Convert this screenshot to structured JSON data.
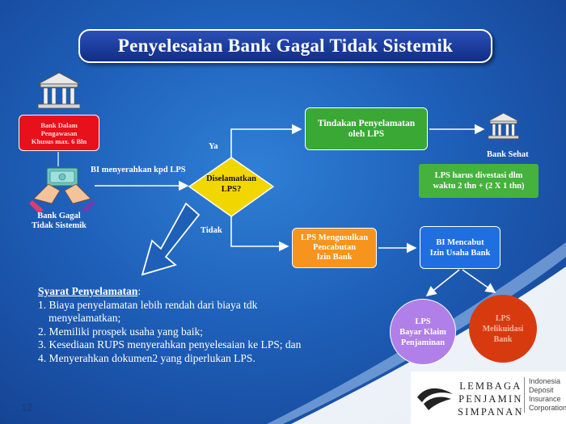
{
  "title": "Penyelesaian Bank Gagal Tidak Sistemik",
  "red_box": {
    "lines": [
      "Bank Dalam",
      "Pengawasan",
      "Khusus max. 6 Bln"
    ]
  },
  "bank_gagal": {
    "lines": [
      "Bank Gagal",
      "Tidak Sistemik"
    ]
  },
  "bi_label": "BI menyerahkan kpd LPS",
  "decision": {
    "lines": [
      "Diselamatkan",
      "LPS?"
    ]
  },
  "ya_label": "Ya",
  "tidak_label": "Tidak",
  "green_box": {
    "lines": [
      "Tindakan Penyelamatan",
      "oleh LPS"
    ]
  },
  "bank_sehat": "Bank Sehat",
  "green_note": {
    "lines": [
      "LPS harus divestasi dlm",
      "waktu 2 thn + (2 X 1 thn)"
    ]
  },
  "orange_box": {
    "lines": [
      "LPS Mengusulkan",
      "Pencabutan",
      "Izin Bank"
    ]
  },
  "blue_box": {
    "lines": [
      "BI Mencabut",
      "Izin Usaha Bank"
    ]
  },
  "circle_purple": {
    "lines": [
      "LPS",
      "Bayar Klaim",
      "Penjaminan"
    ]
  },
  "circle_red": {
    "lines": [
      "LPS",
      "Melikuidasi",
      "Bank"
    ]
  },
  "syarat": {
    "title": "Syarat Penyelamatan",
    "items": [
      "1. Biaya penyelamatan lebih rendah dari biaya tdk",
      "menyelamatkan;",
      "2. Memiliki prospek usaha yang baik;",
      "3. Kesediaan RUPS menyerahkan penyelesaian ke LPS; dan",
      "4. Menyerahkan dokumen2 yang diperlukan LPS."
    ]
  },
  "page_number": "12",
  "logo": {
    "main_lines": [
      "LEMBAGA",
      "PENJAMIN",
      "SIMPANAN"
    ],
    "sub_lines": [
      "Indonesia",
      "Deposit",
      "Insurance",
      "Corporation"
    ]
  },
  "colors": {
    "background": "#1e5fb8",
    "title_box": "#112e85",
    "red_box": "#e8101a",
    "green_box": "#3aa835",
    "orange_box": "#f7941d",
    "blue_box": "#1f6fe0",
    "decision_diamond": "#f2d600",
    "circle_purple": "#b07fe8",
    "circle_red": "#d83a10"
  },
  "icons": [
    "bank-building-icon",
    "handshake-money-icon",
    "hollow-arrow-icon",
    "lps-logo-icon"
  ]
}
